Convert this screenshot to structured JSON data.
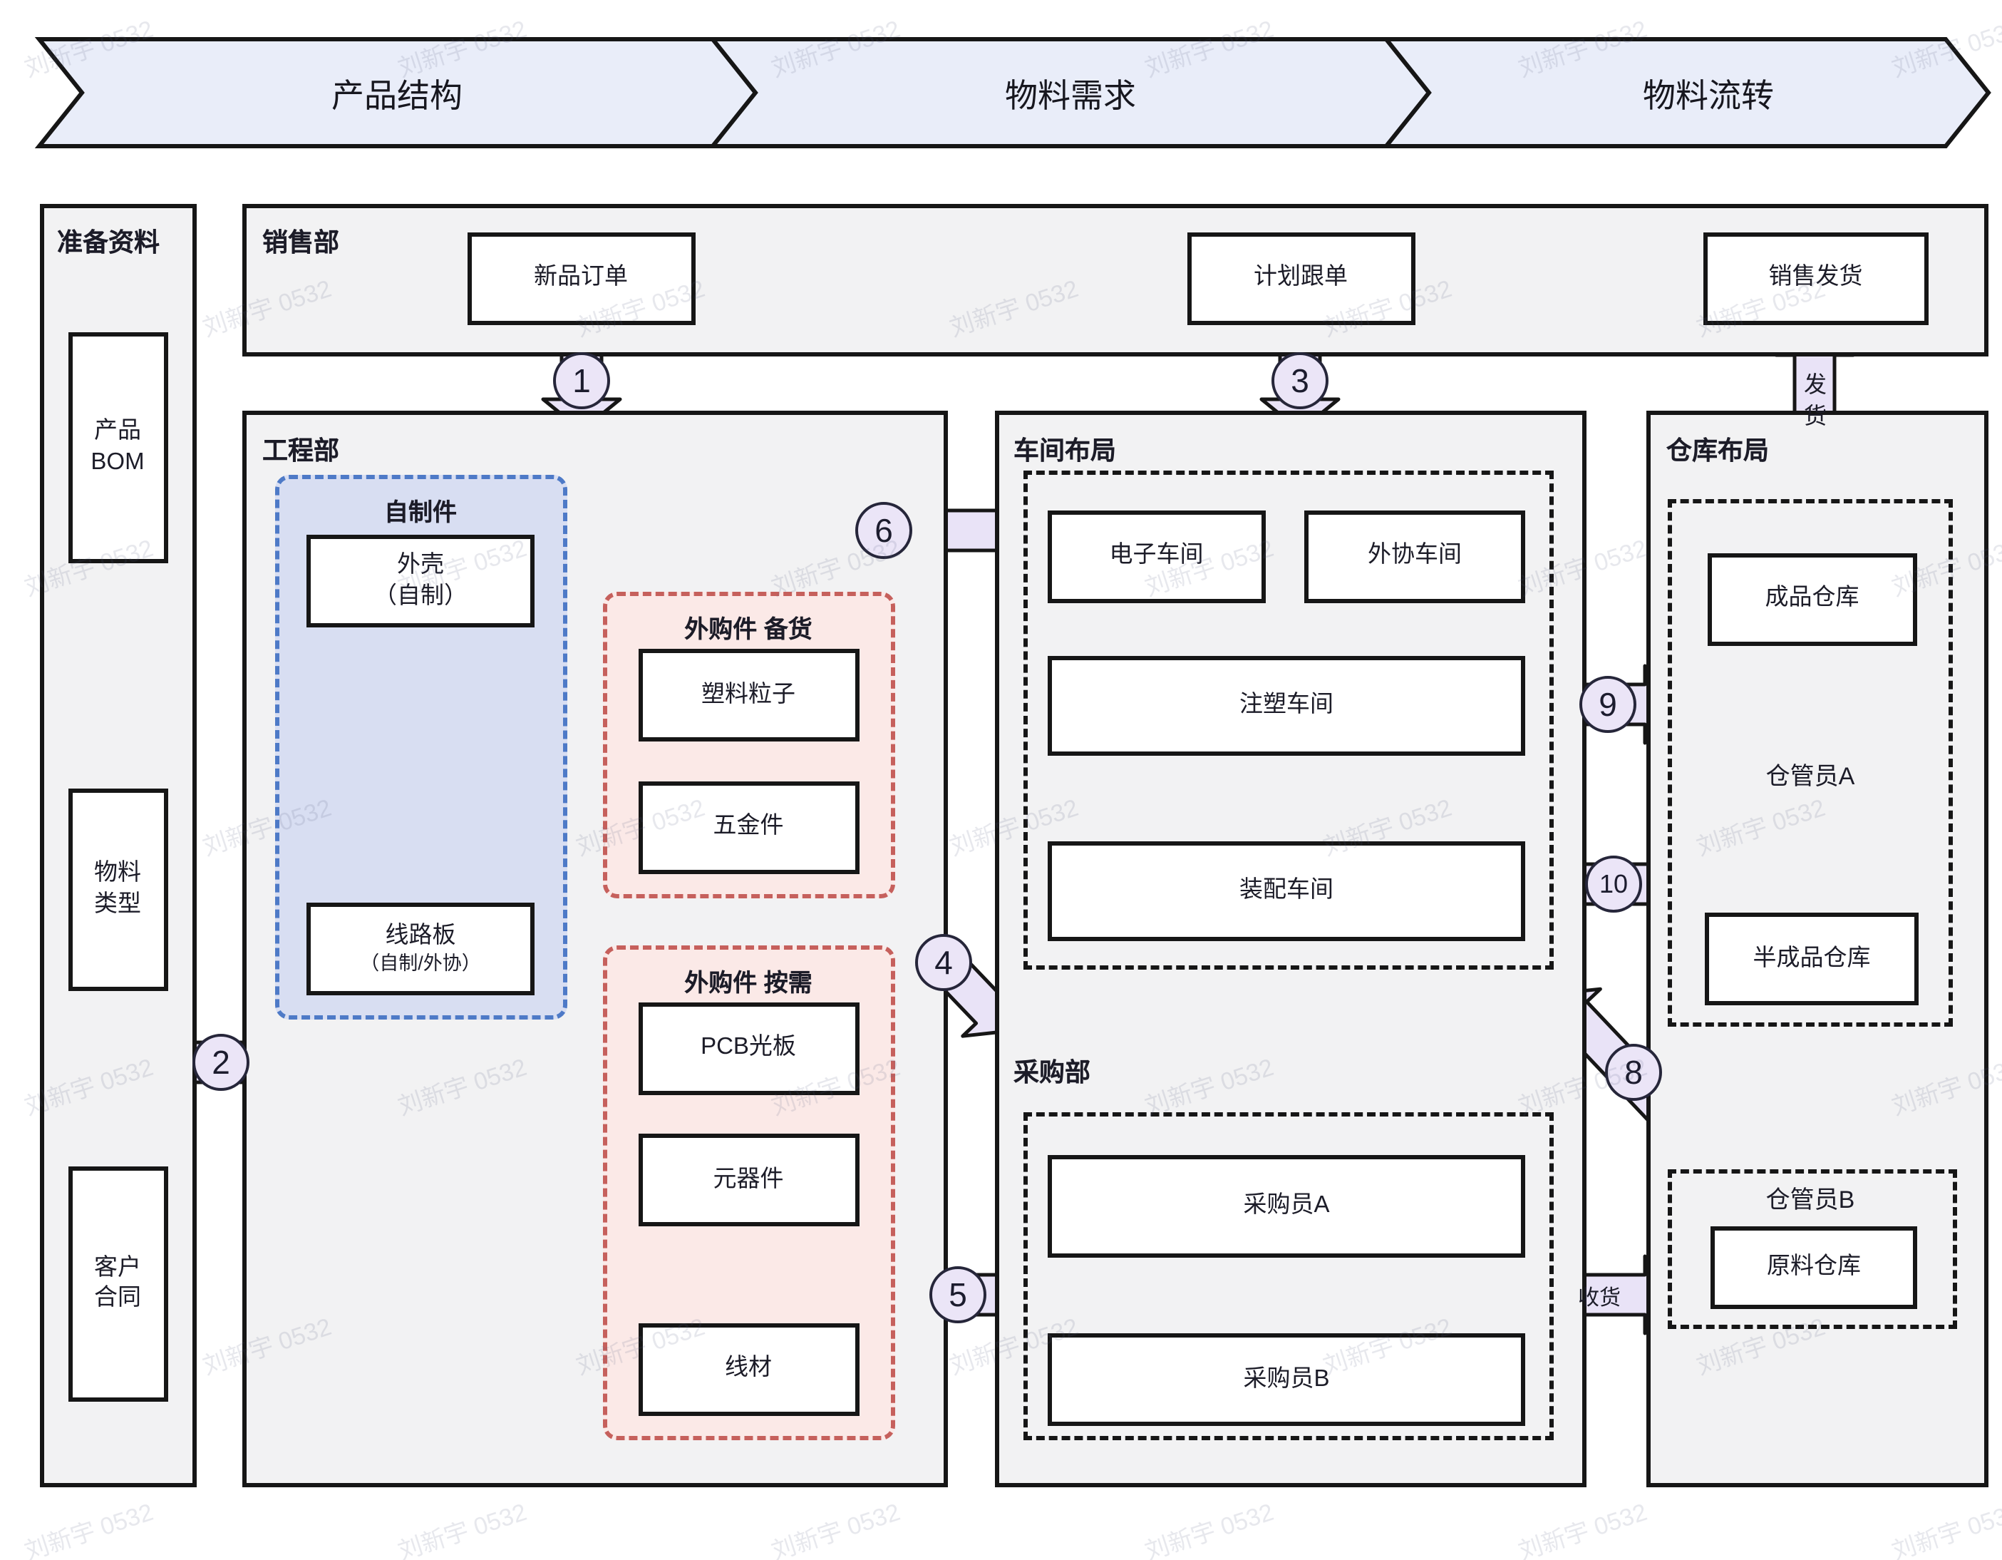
{
  "banner": {
    "steps": [
      {
        "label": "产品结构"
      },
      {
        "label": "物料需求"
      },
      {
        "label": "物料流转"
      }
    ]
  },
  "watermark": {
    "text": "刘新宇 0532"
  },
  "prep": {
    "title": "准备资料",
    "items": [
      {
        "lines": [
          "产品",
          "BOM"
        ]
      },
      {
        "lines": [
          "物料",
          "类型"
        ]
      },
      {
        "lines": [
          "客户",
          "合同"
        ]
      }
    ]
  },
  "sales": {
    "title": "销售部",
    "new_order": "新品订单",
    "plan_follow": "计划跟单",
    "shipping": "销售发货"
  },
  "engineering": {
    "title": "工程部",
    "self_made": {
      "title": "自制件",
      "shell": {
        "lines": [
          "外壳",
          "（自制）"
        ]
      },
      "circuit_board": {
        "lines": [
          "线路板",
          "（自制/外协）"
        ]
      }
    },
    "purchased_stock": {
      "title": "外购件 备货",
      "items": [
        "塑料粒子",
        "五金件"
      ]
    },
    "purchased_demand": {
      "title": "外购件 按需",
      "items": [
        "PCB光板",
        "元器件",
        "线材"
      ]
    }
  },
  "workshop": {
    "title": "车间布局",
    "rooms": [
      "电子车间",
      "外协车间",
      "注塑车间",
      "装配车间"
    ]
  },
  "purchasing": {
    "title": "采购部",
    "buyers": [
      "采购员A",
      "采购员B"
    ]
  },
  "warehouse": {
    "title": "仓库布局",
    "keeper_a": {
      "label": "仓管员A",
      "finished": "成品仓库",
      "semi": "半成品仓库"
    },
    "keeper_b": {
      "label": "仓管员B",
      "raw": "原料仓库"
    }
  },
  "flows": {
    "f1": "1",
    "f2": "2",
    "f3": "3",
    "f4": "4",
    "f5": "5",
    "f6": "6",
    "f8": "8",
    "f9": "9",
    "f10": "10",
    "ship_label": "发货",
    "receive_label": "收货"
  },
  "colors": {
    "banner_fill": "#e9edf9",
    "section_fill": "#f2f2f3",
    "self_made_fill": "#d8def2",
    "self_made_border": "#4e7ac7",
    "purchased_fill": "#fbe9e7",
    "purchased_border": "#c6605c",
    "arrow_fill": "#e9e3f7",
    "line": "#161616"
  }
}
